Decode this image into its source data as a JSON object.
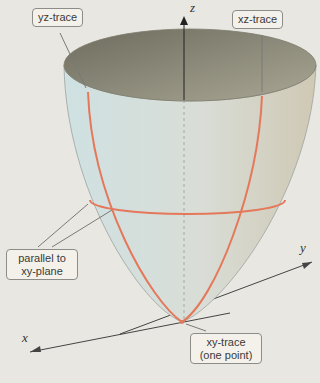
{
  "diagram": {
    "nodes": [
      {
        "text": [
          "yz-trace"
        ]
      },
      {
        "text": [
          "xz-trace"
        ]
      },
      {
        "text": [
          "parallel to xy-plane"
        ]
      },
      {
        "text": [
          "xy-trace (one point)"
        ]
      }
    ],
    "labels": [
      "z",
      "x",
      "y"
    ]
  }
}
